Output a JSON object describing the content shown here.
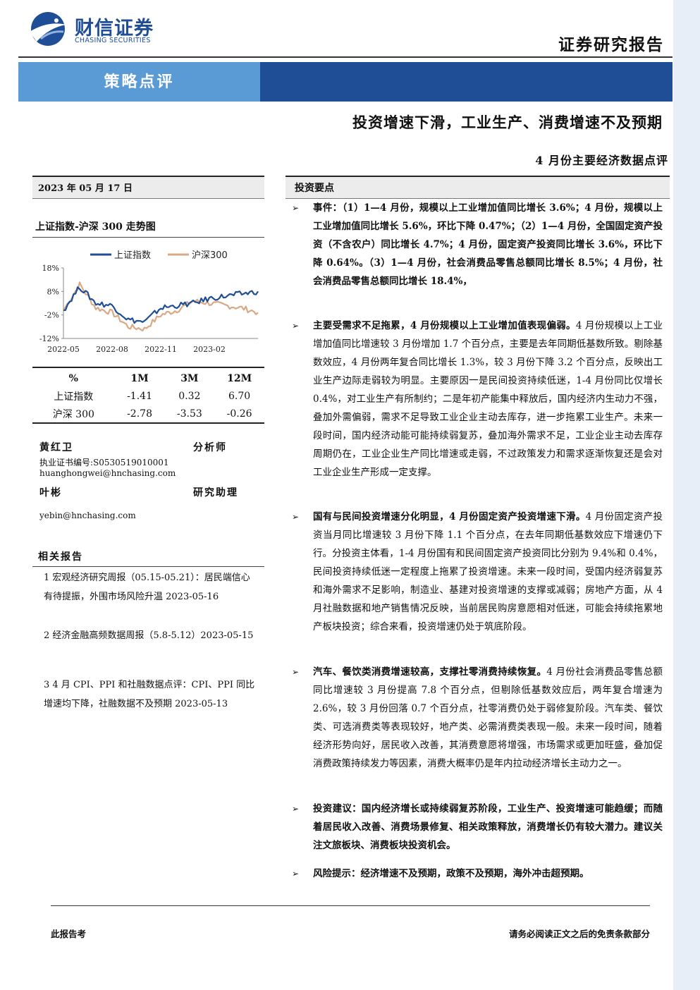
{
  "header": {
    "logo_cn": "财信证券",
    "logo_en": "CHASING SECURITIES",
    "report_type": "证券研究报告",
    "category": "策略点评"
  },
  "title": "投资增速下滑，工业生产、消费增速不及预期",
  "subtitle": "4 月份主要经济数据点评",
  "date": "2023 年 05 月 17 日",
  "chart_section_title": "上证指数-沪深 300 走势图",
  "chart_data": {
    "type": "line",
    "x": [
      "2022-05",
      "2022-06",
      "2022-07",
      "2022-08",
      "2022-09",
      "2022-10",
      "2022-11",
      "2022-12",
      "2023-01",
      "2023-02",
      "2023-03",
      "2023-04",
      "2023-05"
    ],
    "xticks": [
      "2022-05",
      "2022-08",
      "2022-11",
      "2023-02"
    ],
    "yticks": [
      "18%",
      "8%",
      "-2%",
      "-12%"
    ],
    "ylim": [
      -12,
      18
    ],
    "series": [
      {
        "name": "上证指数",
        "color": "#1f4e96",
        "values": [
          0,
          10,
          3,
          2,
          -4,
          -5,
          1,
          2,
          3,
          5,
          6,
          7,
          8
        ]
      },
      {
        "name": "沪深300",
        "color": "#d9a986",
        "values": [
          0,
          11,
          1,
          -1,
          -7,
          -8,
          -2,
          0,
          4,
          3,
          2,
          1,
          -1
        ]
      }
    ],
    "legend": "top"
  },
  "perf_table": {
    "headers": [
      "%",
      "1M",
      "3M",
      "12M"
    ],
    "rows": [
      [
        "上证指数",
        "-1.41",
        "0.32",
        "6.70"
      ],
      [
        "沪深 300",
        "-2.78",
        "-3.53",
        "-0.26"
      ]
    ]
  },
  "analysts": [
    {
      "name": "黄红卫",
      "role": "分析师",
      "cert": "执业证书编号:S0530519010001",
      "email": "huanghongwei@hnchasing.com"
    },
    {
      "name": "叶彬",
      "role": "研究助理",
      "email": "yebin@hnchasing.com"
    }
  ],
  "related_title": "相关报告",
  "related": [
    "1  宏观经济研究周报（05.15-05.21）：居民端信心有待提振，外围市场风险升温 2023-05-16",
    "2  经济金融高频数据周报（5.8-5.12）2023-05-15",
    "3 4 月 CPI、PPI 和社融数据点评：CPI、PPI 同比增速均下降，社融数据不及预期 2023-05-13"
  ],
  "invest_title": "投资要点",
  "points": [
    {
      "lead": "",
      "body_bold": "事件：（1）1—4 月份，规模以上工业增加值同比增长 3.6%；4 月份，规模以上工业增加值同比增长 5.6%，环比下降 0.47%；（2）1—4 月份，全国固定资产投资（不含农户）同比增长 4.7%；4 月份，固定资产投资同比增长 3.6%，环比下降 0.64%。（3）1—4 月份，社会消费品零售总额同比增长 8.5%；4 月份，社会消费品零售总额同比增长 18.4%，",
      "body": ""
    },
    {
      "lead": "主要受需求不足拖累，4 月份规模以上工业增加值表现偏弱。",
      "body": "4 月份规模以上工业增加值同比增速较 3 月份增加 1.7 个百分点，主要是去年同期低基数所致。剔除基数效应，4 月份两年复合同比增长 1.3%，较 3 月份下降 3.2 个百分点，反映出工业生产边际走弱较为明显。主要原因一是民间投资持续低迷，1-4 月份同比仅增长 0.4%，对工业生产有所制约；二是年初产能集中释放后，国内经济内生动力不强，叠加外需偏弱，需求不足导致工业企业主动去库存，进一步拖累工业生产。未来一段时间，国内经济动能可能持续弱复苏，叠加海外需求不足，工业企业主动去库存周期仍在，工业企业生产同比增速或走弱，不过政策发力和需求逐渐恢复还是会对工业企业生产形成一定支撑。"
    },
    {
      "lead": "国有与民间投资增速分化明显，4 月份固定资产投资增速下滑。",
      "body": "4 月份固定资产投资当月同比增速较 3 月份下降 1.1 个百分点，在去年同期低基数效应下增速仍下行。分投资主体看，1-4 月份国有和民间固定资产投资同比分别为 9.4%和 0.4%，民间投资持续低迷一定程度上拖累了投资增速。未来一段时间，受国内经济弱复苏和海外需求不足影响，制造业、基建对投资增速的支撑或减弱；房地产方面，从 4 月社融数据和地产销售情况反映，当前居民购房意愿相对低迷，可能会持续拖累地产板块投资；综合来看，投资增速仍处于筑底阶段。"
    },
    {
      "lead": "汽车、餐饮类消费增速较高，支撑社零消费持续恢复。",
      "body": "4 月份社会消费品零售总额同比增速较 3 月份提高 7.8 个百分点，但剔除低基数效应后，两年复合增速为 2.6%，较 3 月份回落 0.7 个百分点，社零消费仍处于弱修复阶段。汽车类、餐饮类、可选消费类等表现较好，地产类、必需消费类表现一般。未来一段时间，随着经济形势向好，居民收入改善，其消费意愿将增强，市场需求或更加旺盛，叠加促消费政策持续发力等因素，消费大概率仍是年内拉动经济增长主动力之一。"
    },
    {
      "lead": "",
      "body_bold": "投资建议：国内经济增长或持续弱复苏阶段，工业生产、投资增速可能趋缓；而随着居民收入改善、消费场景修复、相关政策释放，消费增长仍有较大潜力。建议关注文旅板块、消费板块投资机会。",
      "body": ""
    },
    {
      "lead": "",
      "body_bold": "风险提示：经济增速不及预期，政策不及预期，海外冲击超预期。",
      "body": ""
    }
  ],
  "footer": {
    "left": "此报告考",
    "right": "请务必阅读正文之后的免责条款部分"
  }
}
